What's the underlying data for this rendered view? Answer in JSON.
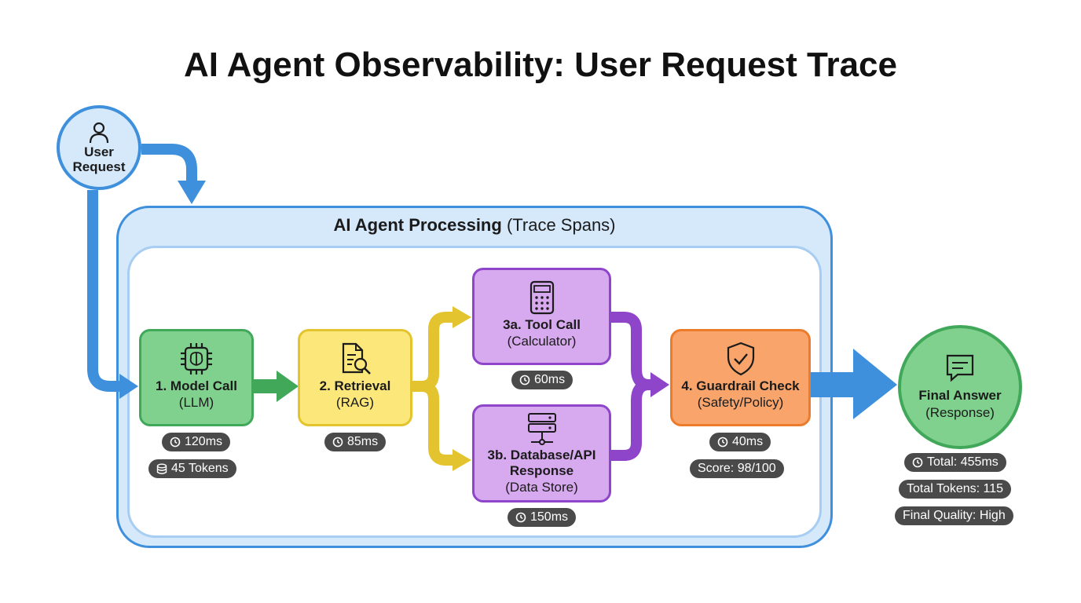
{
  "title": "AI Agent Observability: User Request Trace",
  "colors": {
    "blue": "#3e8fdc",
    "green": "#41a85a",
    "yellow": "#e4c42e",
    "purple": "#8e45c9",
    "orange": "#ec7b2c",
    "pill": "#4a4a4a"
  },
  "user_request": {
    "line1": "User",
    "line2": "Request",
    "icon": "user-icon"
  },
  "container": {
    "title_bold": "AI Agent Processing",
    "title_rest": "(Trace Spans)"
  },
  "nodes": {
    "model_call": {
      "title": "1. Model Call",
      "subtitle": "(LLM)",
      "icon": "brain-chip-icon",
      "time": "120ms",
      "tokens": "45 Tokens"
    },
    "retrieval": {
      "title": "2. Retrieval",
      "subtitle": "(RAG)",
      "icon": "document-search-icon",
      "time": "85ms"
    },
    "tool_call": {
      "title": "3a. Tool Call",
      "subtitle": "(Calculator)",
      "icon": "calculator-icon",
      "time": "60ms"
    },
    "database": {
      "title_line1": "3b. Database/API",
      "title_line2": "Response",
      "subtitle": "(Data Store)",
      "icon": "server-icon",
      "time": "150ms"
    },
    "guardrail": {
      "title": "4. Guardrail Check",
      "subtitle": "(Safety/Policy)",
      "icon": "shield-check-icon",
      "time": "40ms",
      "score": "Score: 98/100"
    }
  },
  "final_answer": {
    "title": "Final Answer",
    "subtitle": "(Response)",
    "icon": "chat-icon",
    "total": "Total: 455ms",
    "total_tokens": "Total Tokens: 115",
    "quality": "Final Quality: High"
  }
}
